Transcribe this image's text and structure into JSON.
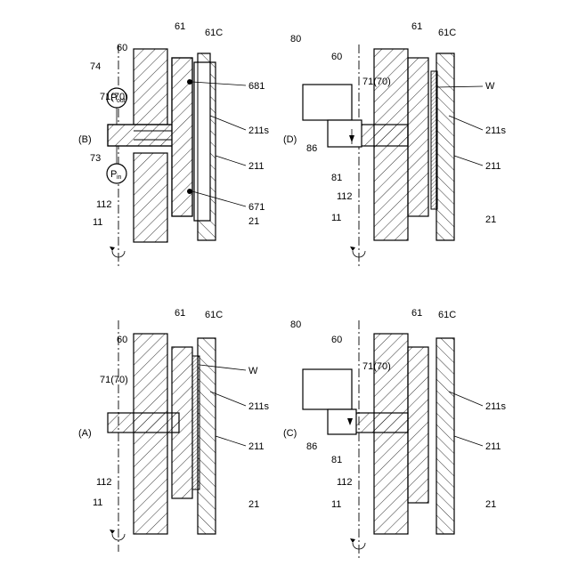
{
  "panels": [
    {
      "id": "A",
      "title": "(A)",
      "labels": {
        "substrate_holder": "11",
        "shaft": "112",
        "nozzle": "71(70)",
        "unit": "60",
        "plate": "61",
        "recess": "61C",
        "wafer": "W",
        "surface": "211s",
        "stage": "211",
        "base": "21"
      }
    },
    {
      "id": "B",
      "title": "(B)",
      "labels": {
        "substrate_holder": "11",
        "shaft": "112",
        "nozzle": "71(70)",
        "unit": "60",
        "plate": "61",
        "recess": "61C",
        "sensor_in": "73",
        "sensor_out": "74",
        "p_in_main": "P",
        "p_in_sub": "in",
        "p_out_main": "P",
        "p_out_sub": "out",
        "point_top": "681",
        "point_bottom": "671",
        "surface": "211s",
        "stage": "211",
        "base": "21"
      }
    },
    {
      "id": "C",
      "title": "(C)",
      "labels": {
        "substrate_holder": "11",
        "shaft": "112",
        "nozzle": "71(70)",
        "unit": "60",
        "plate": "61",
        "recess": "61C",
        "device": "80",
        "block": "86",
        "probe": "81",
        "surface": "211s",
        "stage": "211",
        "base": "21"
      }
    },
    {
      "id": "D",
      "title": "(D)",
      "labels": {
        "substrate_holder": "11",
        "shaft": "112",
        "nozzle": "71(70)",
        "unit": "60",
        "plate": "61",
        "recess": "61C",
        "device": "80",
        "block": "86",
        "probe": "81",
        "wafer": "W",
        "surface": "211s",
        "stage": "211",
        "base": "21"
      }
    }
  ]
}
